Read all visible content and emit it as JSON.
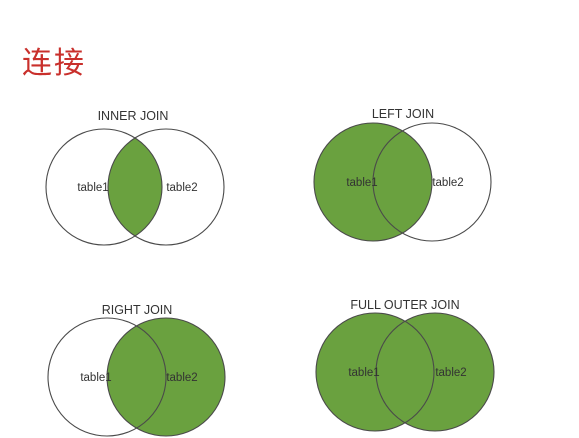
{
  "title": "连接",
  "colors": {
    "title": "#c9302c",
    "fill": "#6aa13f",
    "stroke": "#4a4a4a",
    "background": "#ffffff"
  },
  "joins": [
    {
      "label": "INNER JOIN",
      "left_table": "table1",
      "right_table": "table2",
      "fill_left": false,
      "fill_right": false,
      "fill_intersection": true
    },
    {
      "label": "LEFT JOIN",
      "left_table": "table1",
      "right_table": "table2",
      "fill_left": true,
      "fill_right": false,
      "fill_intersection": true
    },
    {
      "label": "RIGHT JOIN",
      "left_table": "table1",
      "right_table": "table2",
      "fill_left": false,
      "fill_right": true,
      "fill_intersection": true
    },
    {
      "label": "FULL OUTER JOIN",
      "left_table": "table1",
      "right_table": "table2",
      "fill_left": true,
      "fill_right": true,
      "fill_intersection": true
    }
  ]
}
